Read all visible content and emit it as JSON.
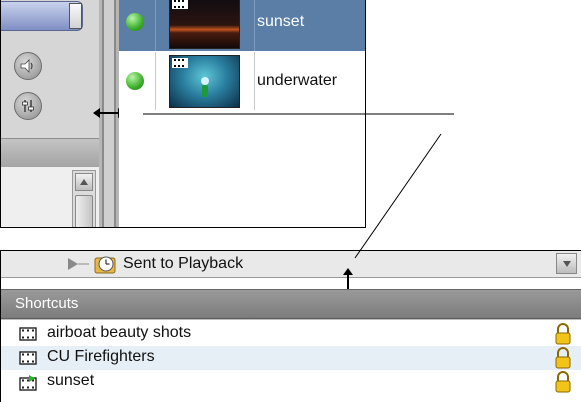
{
  "clips": [
    {
      "name": "sunset",
      "selected": true,
      "status_color": "#3cae2a"
    },
    {
      "name": "underwater",
      "selected": false,
      "status_color": "#3cae2a"
    }
  ],
  "tree": {
    "label": "Sent to Playback"
  },
  "shortcuts": {
    "title": "Shortcuts",
    "items": [
      {
        "label": "airboat beauty shots",
        "icon": "film-icon",
        "locked": true
      },
      {
        "label": "CU Firefighters",
        "icon": "film-icon",
        "locked": true
      },
      {
        "label": "sunset",
        "icon": "film-play-icon",
        "locked": true
      }
    ]
  },
  "colors": {
    "selection": "#5a7ea6",
    "status": "#3cae2a",
    "lock": "#f2c41a",
    "header": "#8a8a8a"
  }
}
